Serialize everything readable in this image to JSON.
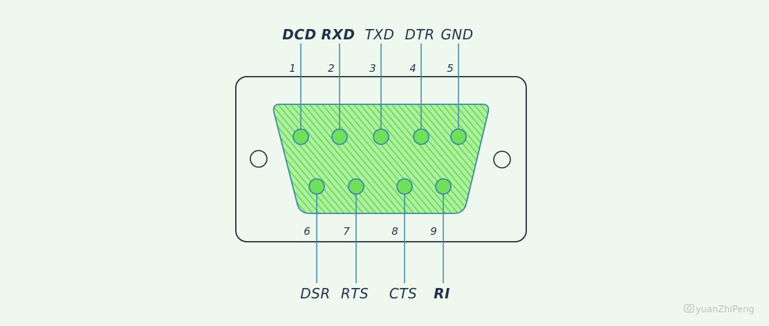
{
  "connector": {
    "fill_color": "#6ee05a",
    "stroke_color": "#3f86a6",
    "outline_color": "#1f2a33",
    "top_pins": [
      {
        "number": "1",
        "signal": "DCD",
        "bold": true
      },
      {
        "number": "2",
        "signal": "RXD",
        "bold": true
      },
      {
        "number": "3",
        "signal": "TXD",
        "bold": false
      },
      {
        "number": "4",
        "signal": "DTR",
        "bold": false
      },
      {
        "number": "5",
        "signal": "GND",
        "bold": false
      }
    ],
    "bottom_pins": [
      {
        "number": "6",
        "signal": "DSR",
        "bold": false
      },
      {
        "number": "7",
        "signal": "RTS",
        "bold": false
      },
      {
        "number": "8",
        "signal": "CTS",
        "bold": false
      },
      {
        "number": "9",
        "signal": "RI",
        "bold": true
      }
    ]
  },
  "watermark": {
    "text": "yuanZhiPeng",
    "icon": "camera-icon"
  }
}
